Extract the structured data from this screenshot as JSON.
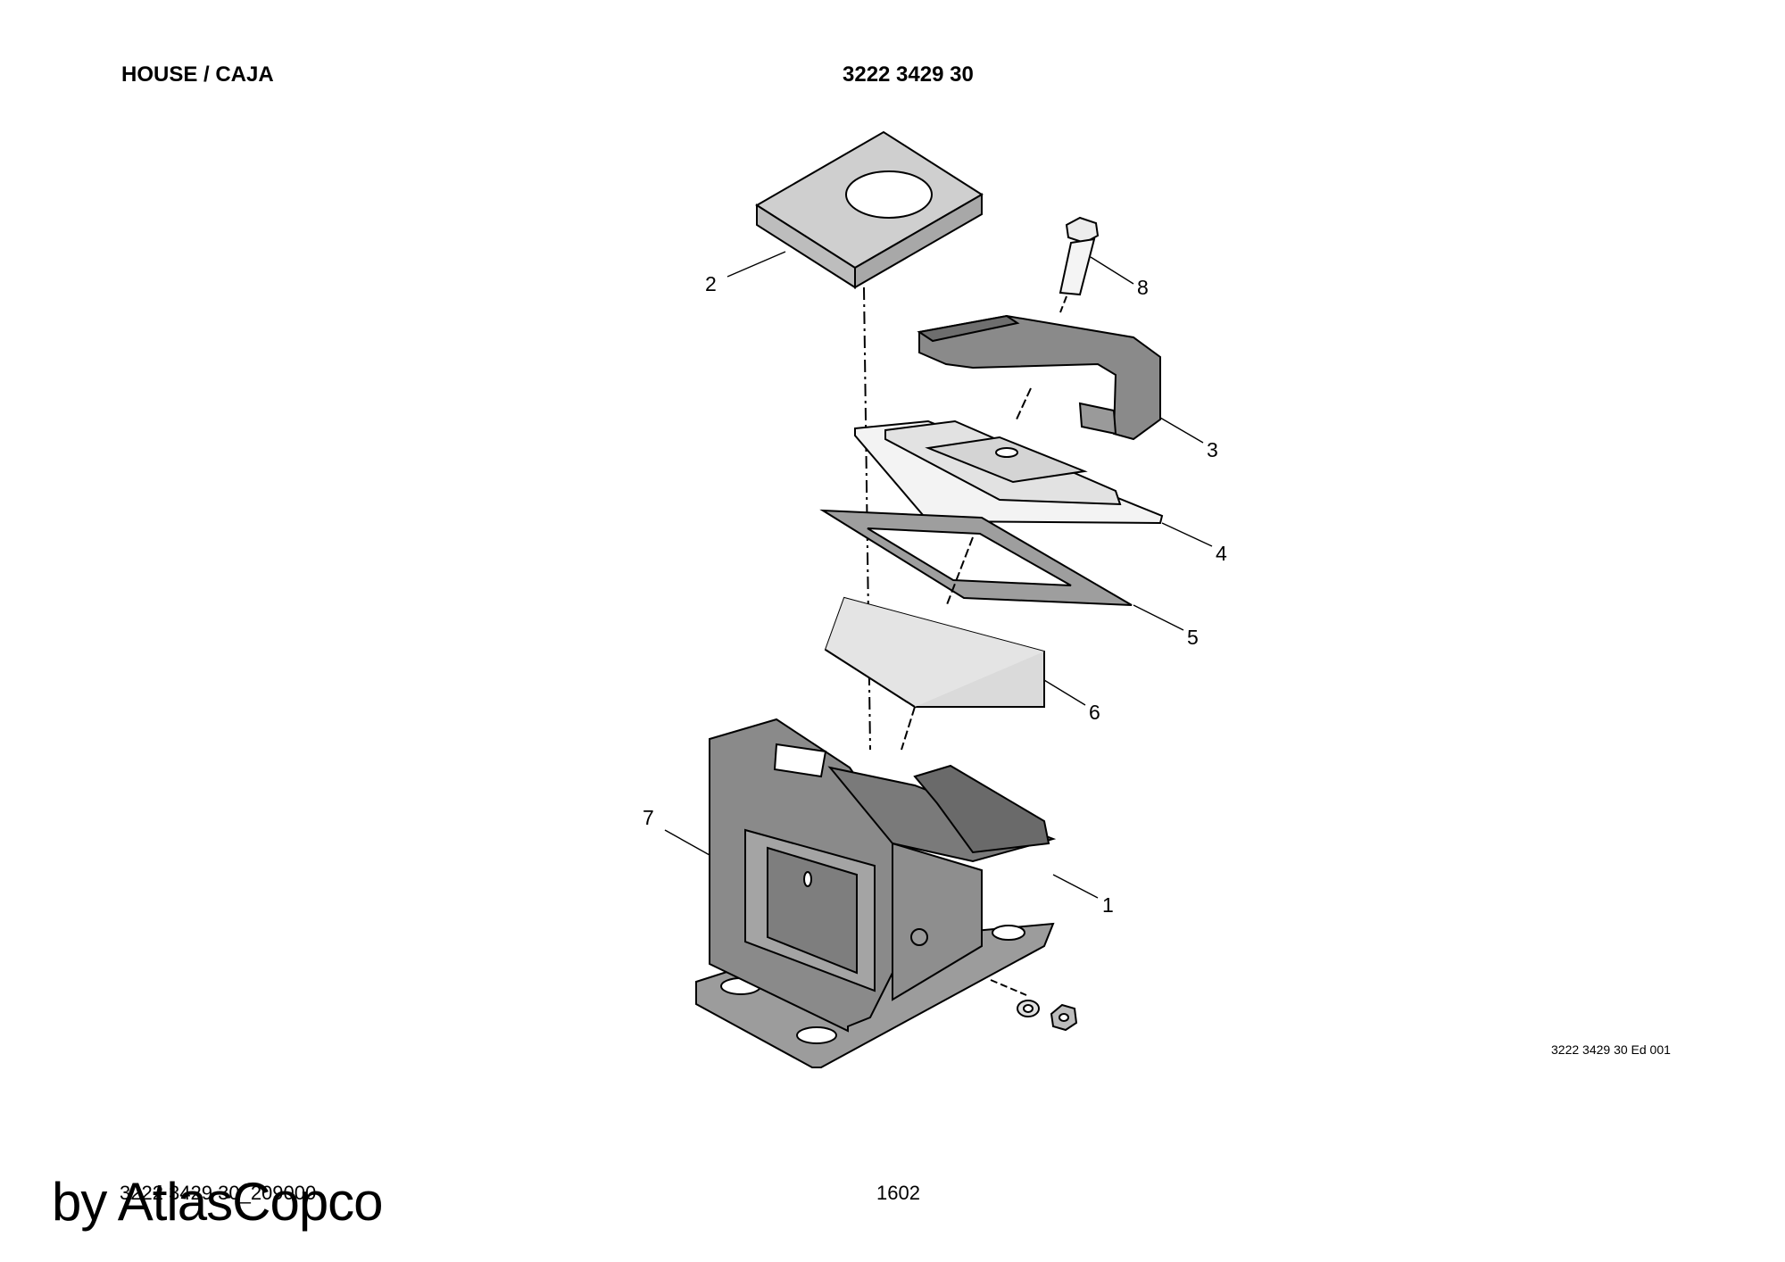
{
  "header": {
    "title": "HOUSE / CAJA",
    "part_number": "3222 3429 30"
  },
  "callouts": [
    "1",
    "2",
    "3",
    "4",
    "5",
    "6",
    "7",
    "8"
  ],
  "footer": {
    "edition": "3222 3429 30 Ed 001",
    "document_number": "3222 3429 30_209000",
    "page_number": "1602"
  },
  "watermark": "by AtlasCopco",
  "colors": {
    "part_light": "#e2e2e2",
    "part_mid": "#b4b4b4",
    "part_dark": "#7a7a7a",
    "outline": "#000000"
  }
}
